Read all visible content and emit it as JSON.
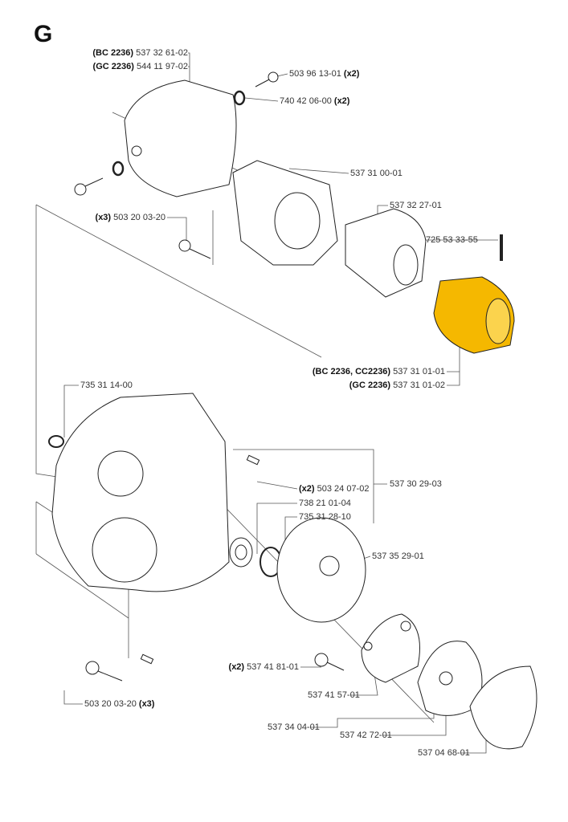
{
  "section_letter": "G",
  "highlight_color": "#f5b800",
  "labels": [
    {
      "qualifier": "(BC 2236)",
      "part": "537 32 61-02"
    },
    {
      "qualifier": "(GC 2236)",
      "part": "544 11 97-02"
    },
    {
      "part": "503 96 13-01",
      "qty": "(x2)"
    },
    {
      "part": "740 42 06-00",
      "qty": "(x2)"
    },
    {
      "part": "537 31 00-01"
    },
    {
      "qualifier": "(x3)",
      "part": "503 20 03-20"
    },
    {
      "part": "537 32 27-01"
    },
    {
      "part": "725 53 33-55"
    },
    {
      "qualifier": "(BC 2236, CC2236)",
      "part": "537 31 01-01"
    },
    {
      "qualifier": "(GC 2236)",
      "part": "537 31 01-02"
    },
    {
      "part": "735 31 14-00"
    },
    {
      "qualifier": "(x2)",
      "part": "503 24 07-02"
    },
    {
      "part": "537 30 29-03"
    },
    {
      "part": "738 21 01-04"
    },
    {
      "part": "735 31 28-10"
    },
    {
      "part": "537 35 29-01"
    },
    {
      "qualifier": "(x2)",
      "part": "537 41 81-01"
    },
    {
      "part": "537 41 57-01"
    },
    {
      "part": "503 20 03-20",
      "qty": "(x3)"
    },
    {
      "part": "537 34 04-01"
    },
    {
      "part": "537 42 72-01"
    },
    {
      "part": "537 04 68-01"
    }
  ]
}
